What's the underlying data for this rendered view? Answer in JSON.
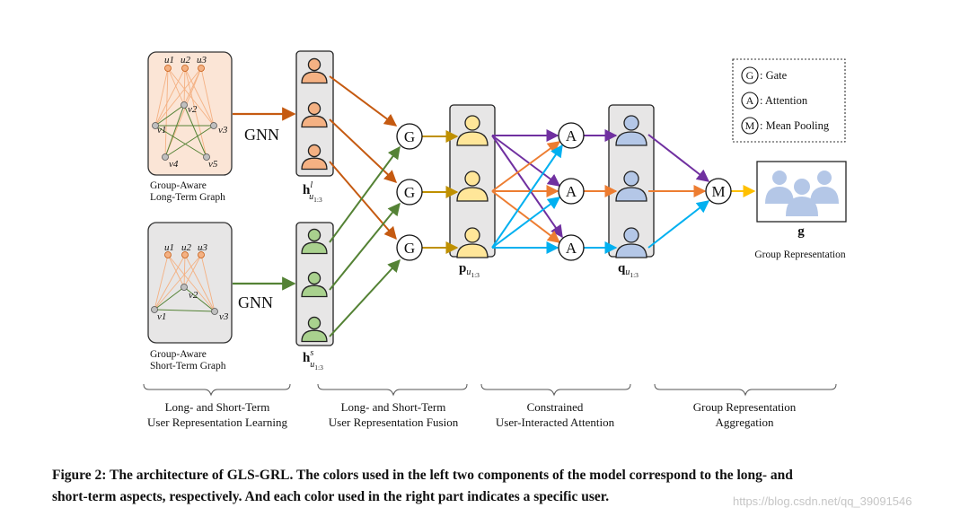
{
  "graphs": {
    "long_term": {
      "label_line1": "Group-Aware",
      "label_line2": "Long-Term Graph",
      "user_nodes": [
        "u1",
        "u2",
        "u3"
      ],
      "item_nodes": [
        "v1",
        "v2",
        "v3",
        "v4",
        "v5"
      ]
    },
    "short_term": {
      "label_line1": "Group-Aware",
      "label_line2": "Short-Term Graph",
      "user_nodes": [
        "u1",
        "u2",
        "u3"
      ],
      "item_nodes": [
        "v1",
        "v2",
        "v3"
      ]
    }
  },
  "gnn_label": "GNN",
  "embeddings": {
    "h_long": {
      "base": "h",
      "sup": "l",
      "sub": "u",
      "subsub": "1:3"
    },
    "h_short": {
      "base": "h",
      "sup": "s",
      "sub": "u",
      "subsub": "1:3"
    },
    "p": {
      "base": "p",
      "sub": "u",
      "subsub": "1:3"
    },
    "q": {
      "base": "q",
      "sub": "u",
      "subsub": "1:3"
    },
    "g": {
      "base": "g",
      "label": "Group Representation"
    }
  },
  "ops": {
    "gate": "G",
    "attention": "A",
    "mean_pooling": "M"
  },
  "legend": [
    {
      "symbol": "G",
      "text": ": Gate"
    },
    {
      "symbol": "A",
      "text": ": Attention"
    },
    {
      "symbol": "M",
      "text": ": Mean Pooling"
    }
  ],
  "stages": [
    {
      "line1": "Long- and Short-Term",
      "line2": "User Representation Learning"
    },
    {
      "line1": "Long- and Short-Term",
      "line2": "User Representation Fusion"
    },
    {
      "line1": "Constrained",
      "line2": "User-Interacted Attention"
    },
    {
      "line1": "Group Representation",
      "line2": "Aggregation"
    }
  ],
  "caption": {
    "line1": "Figure 2: The architecture of GLS-GRL. The colors used in the left two components of the model correspond to the long- and",
    "line2": "short-term aspects, respectively. And each color used in the right part indicates a specific user."
  },
  "watermark": "https://blog.csdn.net/qq_39091546",
  "colors": {
    "long_term": "#c55a11",
    "short_term": "#548235",
    "gate_out": "#bf9000",
    "user1": "#7030a0",
    "user2": "#ed7d31",
    "user3": "#00b0f0",
    "group_out": "#ffc000",
    "orange_fill": "#f4b183",
    "green_fill": "#a9d18e",
    "yellow_fill": "#ffe699",
    "blue_fill": "#b4c7e7",
    "group_icon": "#b4c7e7"
  }
}
